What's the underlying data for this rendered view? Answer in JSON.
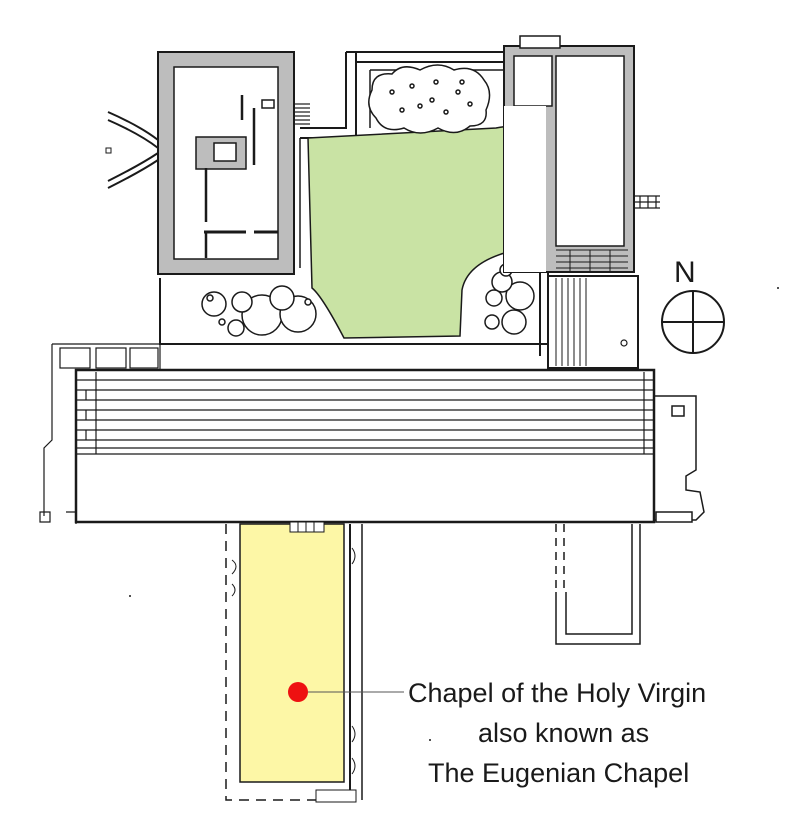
{
  "compass": {
    "letter": "N"
  },
  "marker": {
    "label_lines": [
      "Chapel of the Holy Virgin",
      "also known as",
      "The Eugenian Chapel"
    ],
    "dot_color": "#ee1111"
  },
  "colors": {
    "courtyard": "#c9e3a4",
    "chapel_highlight": "#fdf7a6",
    "walls": "#bdbdbd",
    "ink": "#1a1a1a"
  }
}
